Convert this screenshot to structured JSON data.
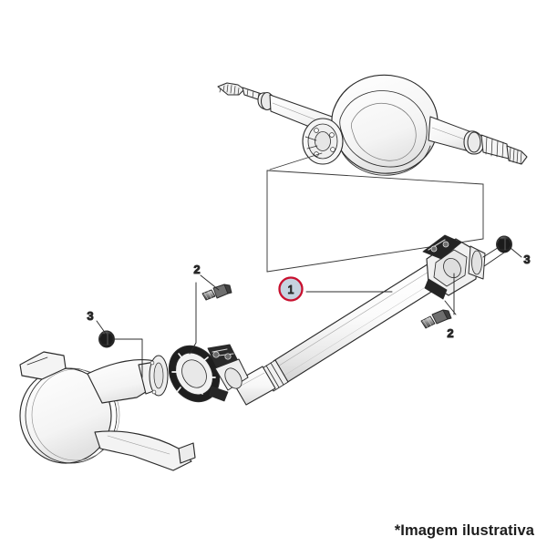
{
  "image": {
    "title": "Eixo cardan / Cardan shaft assembly exploded illustration",
    "background_color": "#ffffff",
    "line_color": "#2b2b2b",
    "shade_light": "#f2f2f2",
    "shade_mid": "#d9d9d9",
    "shade_dark": "#3a3a3a"
  },
  "caption": {
    "text": "*Imagem ilustrativa"
  },
  "callouts": {
    "highlight_ring_color": "#C8102E",
    "highlight_fill_color": "#C6D3E0",
    "items": [
      {
        "id": "callout-1",
        "label": "1",
        "style": "circled",
        "part": "cardan-shaft"
      },
      {
        "id": "callout-2-left",
        "label": "2",
        "style": "plain",
        "part": "bolt-left"
      },
      {
        "id": "callout-2-right",
        "label": "2",
        "style": "plain",
        "part": "bolt-right"
      },
      {
        "id": "callout-3-left",
        "label": "3",
        "style": "plain",
        "part": "nut-left"
      },
      {
        "id": "callout-3-right",
        "label": "3",
        "style": "plain",
        "part": "nut-right"
      }
    ]
  },
  "parts": {
    "rear_axle_housing": "rear-axle-housing",
    "transmission_housing": "transmission-output-housing",
    "cardan_shaft": "cardan-drive-shaft",
    "universal_joint_left": "universal-joint-yoke-left",
    "universal_joint_right": "universal-joint-yoke-right",
    "slip_joint": "slip-joint-sleeve",
    "bolt_left": "hex-bolt-left",
    "bolt_right": "hex-bolt-right",
    "nut_left": "hex-nut-left",
    "nut_right": "hex-nut-right",
    "projection_lines": "assembly-projection-lines"
  }
}
